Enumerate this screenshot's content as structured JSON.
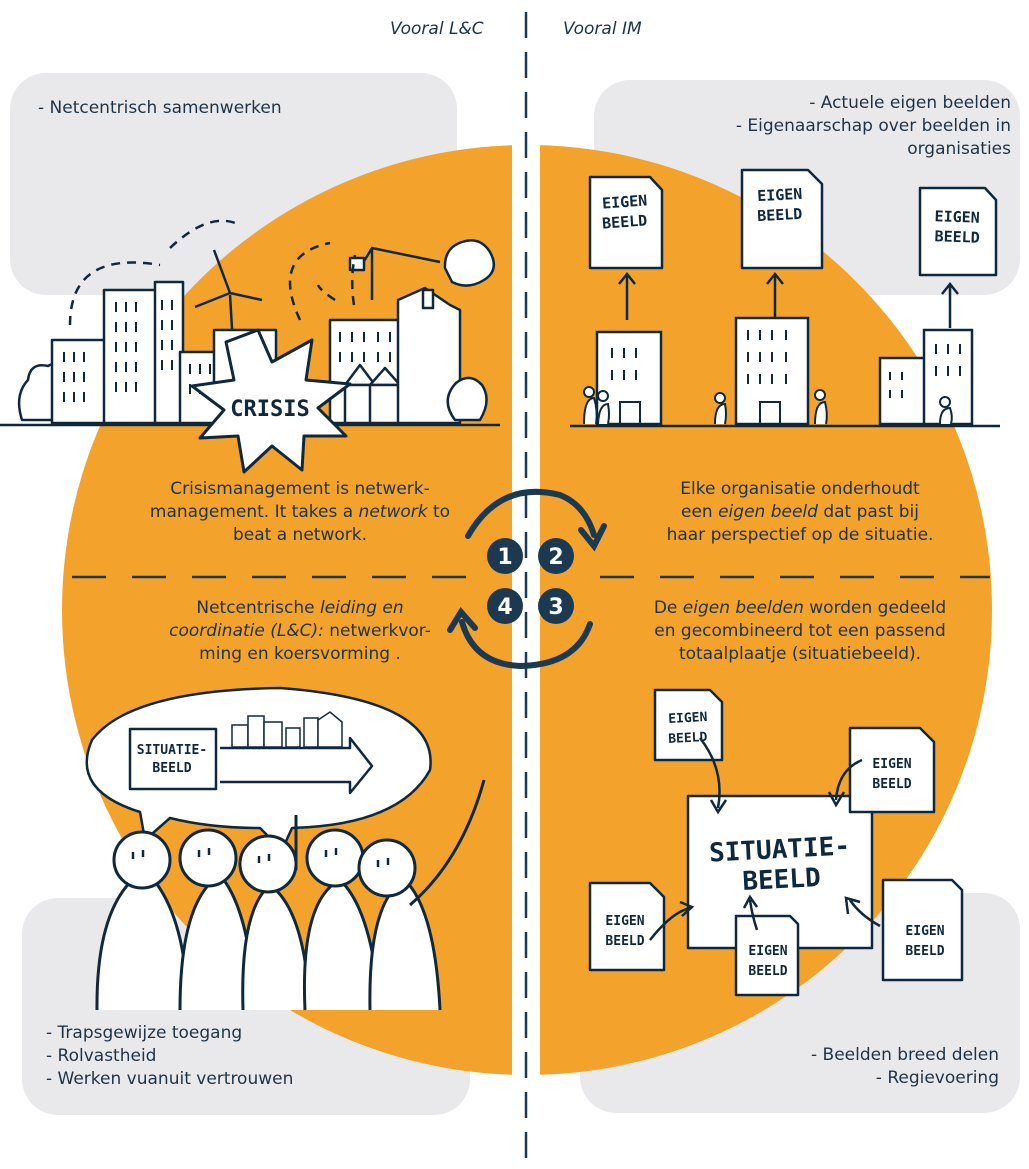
{
  "header": {
    "left": "Vooral L&C",
    "right": "Vooral IM"
  },
  "boxes": {
    "top_left": [
      "- Netcentrisch samenwerken"
    ],
    "top_right": [
      "- Actuele eigen beelden",
      "- Eigenaarschap over beelden in",
      "organisaties"
    ],
    "bottom_left": [
      "- Trapsgewijze toegang",
      "- Rolvastheid",
      "- Werken vuanuit vertrouwen"
    ],
    "bottom_right": [
      "- Beelden breed delen",
      "- Regievoering"
    ]
  },
  "quadrants": {
    "q1": {
      "l1": "Crisismanagement is netwerk-",
      "l2a": "management.  It takes a ",
      "l2b": "network",
      "l2c": " to",
      "l3": "beat a network."
    },
    "q2": {
      "l1": "Elke organisatie onderhoudt",
      "l2a": "een ",
      "l2b": "eigen beeld",
      "l2c": " dat past bij",
      "l3": "haar perspectief op de situatie."
    },
    "q3": {
      "l1a": "De ",
      "l1b": "eigen beelden",
      "l1c": " worden gedeeld",
      "l2": "en gecombineerd tot een passend",
      "l3": "totaalplaatje (situatiebeeld)."
    },
    "q4": {
      "l1a": "Netcentrische ",
      "l1b": "leiding en",
      "l2a": "coordinatie (L&C):",
      "l2b": " netwerkvor-",
      "l3": "ming en koersvorming ."
    }
  },
  "cycle": [
    "1",
    "2",
    "3",
    "4"
  ],
  "sketch": {
    "crisis": "CRISIS",
    "eigen1": "EIGEN",
    "eigen2": "BEELD",
    "sit1": "SITUATIE-",
    "sit2": "BEELD"
  },
  "colors": {
    "orange": "#f3a32b",
    "grey": "#e9e9eb",
    "navy": "#1b3a52",
    "ink": "#10283c"
  }
}
